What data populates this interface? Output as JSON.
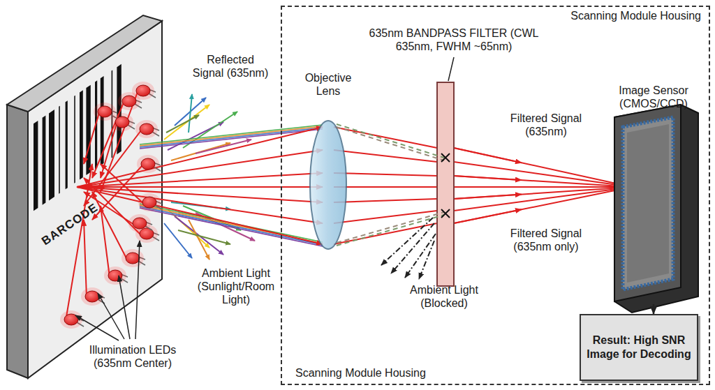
{
  "diagram": {
    "nodes": [
      {
        "text": [
          "Scanning Module Housing",
          "Scanning Module Housing"
        ]
      },
      {
        "text": [
          "Image Sensor (CMOS/CCD)"
        ],
        "in": 0
      },
      {
        "text": [
          "Result: High SNR Image for Decoding"
        ],
        "in": 0
      }
    ],
    "edges": [
      {
        "from": 1,
        "to": 2,
        "arrow": "to"
      }
    ],
    "labels": [
      "BARCODE",
      "Reflected Signal (635nm)",
      "Objective Lens",
      "635nm BANDPASS FILTER (CWL 635nm, FWHM ~65nm)",
      "Filtered Signal (635nm)",
      "Filtered Signal (635nm only)",
      "Ambient Light (Sunlight/Room Light)",
      "Ambient Light (Blocked)",
      "Illumination LEDs (635nm Center)"
    ]
  }
}
